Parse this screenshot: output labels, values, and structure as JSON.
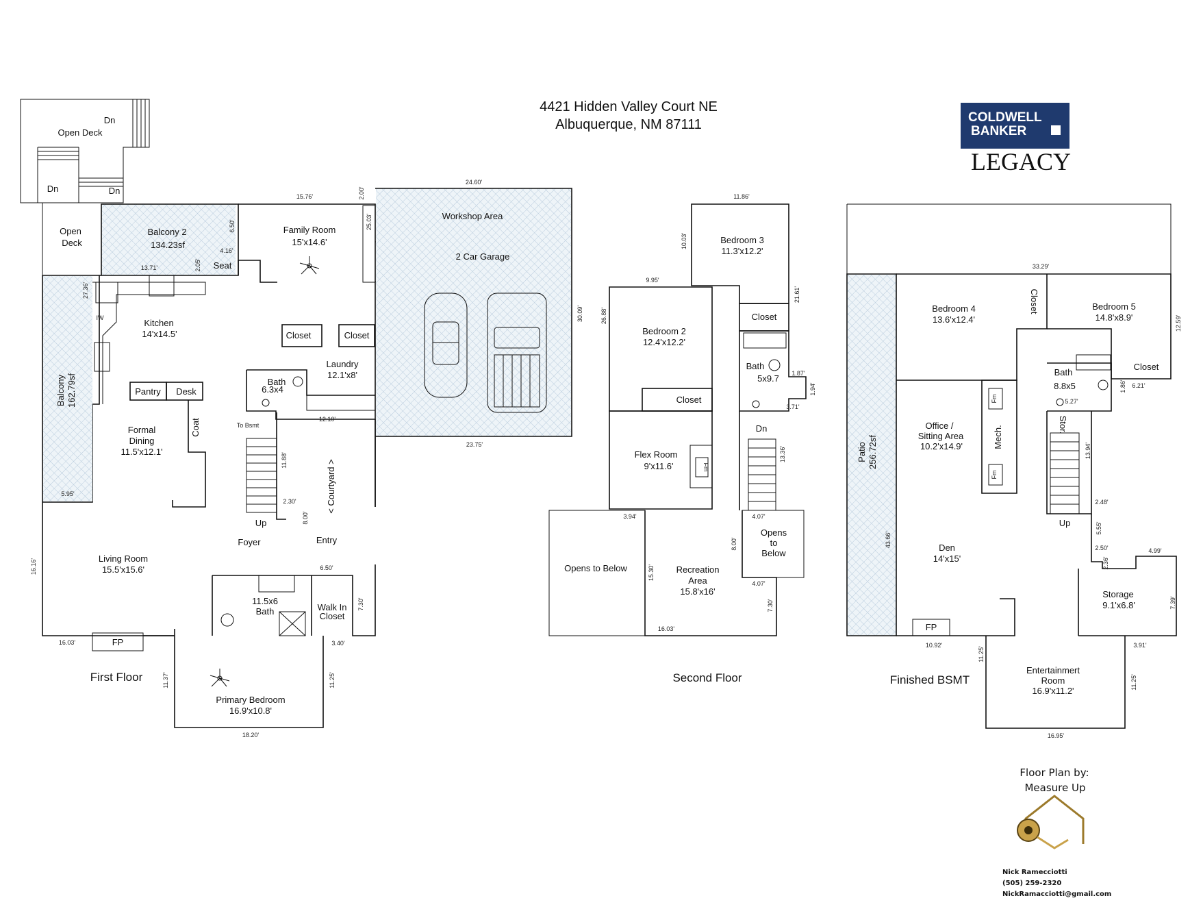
{
  "header": {
    "address_line1": "4421 Hidden Valley Court NE",
    "address_line2": "Albuquerque, NM 87111"
  },
  "brand": {
    "line1": "COLDWELL",
    "line2": "BANKER",
    "line3": "LEGACY",
    "color": "#1f3a6e"
  },
  "floors": {
    "first": "First Floor",
    "second": "Second Floor",
    "basement": "Finished BSMT"
  },
  "first_floor": {
    "open_deck_top": "Open Deck",
    "dn1": "Dn",
    "dn2": "Dn",
    "dn3": "Dn",
    "open_deck_left_1": "Open",
    "open_deck_left_2": "Deck",
    "balcony2": "Balcony 2",
    "balcony2_area": "134.23sf",
    "seat": "Seat",
    "family_room": "Family Room",
    "family_room_size": "15'x14.6'",
    "fp": "FP",
    "workshop": "Workshop Area",
    "garage": "2 Car Garage",
    "kitchen": "Kitchen",
    "kitchen_size": "14'x14.5'",
    "closet1": "Closet",
    "closet2": "Closet",
    "laundry": "Laundry",
    "laundry_size": "12.1'x8'",
    "bath": "Bath",
    "bath_size": "6.3x4",
    "pantry": "Pantry",
    "desk": "Desk",
    "coat": "Coat",
    "balcony": "Balcony",
    "balcony_area": "162.79sf",
    "formal_dining_1": "Formal",
    "formal_dining_2": "Dining",
    "formal_dining_size": "11.5'x12.1'",
    "to_bsmt": "To Bsmt",
    "courtyard": "< Courtyard >",
    "up": "Up",
    "foyer": "Foyer",
    "entry": "Entry",
    "living_room": "Living Room",
    "living_room_size": "15.5'x15.6'",
    "primary_bath_size": "11.5x6",
    "primary_bath": "Bath",
    "walk_in_1": "Walk In",
    "walk_in_2": "Closet",
    "fp2": "FP",
    "primary_bedroom": "Primary Bedroom",
    "primary_bedroom_size": "16.9'x10.8'",
    "dims": {
      "d1": "15.76'",
      "d2": "2.00'",
      "d3": "24.60'",
      "d4": "6.50'",
      "d5": "25.03'",
      "d6": "4.16'",
      "d7": "2.05'",
      "d8": "13.71'",
      "d9": "27.36'",
      "d10": "30.09'",
      "d11": "12.10'",
      "d12": "23.75'",
      "d13": "11.88'",
      "d14": "5.95'",
      "d15": "2.30'",
      "d16": "8.00'",
      "d17": "6.50'",
      "d18": "16.16'",
      "d19": "7.30'",
      "d20": "3.40'",
      "d21": "16.03'",
      "d22": "11.37'",
      "d23": "11.25'",
      "d24": "18.20'",
      "iw": "IW"
    }
  },
  "second_floor": {
    "bedroom3": "Bedroom 3",
    "bedroom3_size": "11.3'x12.2'",
    "bedroom2": "Bedroom 2",
    "bedroom2_size": "12.4'x12.2'",
    "closet1": "Closet",
    "closet2": "Closet",
    "bath": "Bath",
    "bath_size": "5x9.7",
    "flex_room": "Flex Room",
    "flex_room_size": "9'x11.6'",
    "fm": "Fm",
    "dn": "Dn",
    "opens_below": "Opens to Below",
    "opens_1": "Opens",
    "opens_2": "to",
    "opens_3": "Below",
    "recreation_1": "Recreation",
    "recreation_2": "Area",
    "recreation_size": "15.8'x16'",
    "dims": {
      "d1": "11.86'",
      "d2": "10.03'",
      "d3": "9.95'",
      "d4": "26.88'",
      "d5": "21.61'",
      "d6": "1.87'",
      "d7": "1.94'",
      "d8": "3.71'",
      "d9": "13.36'",
      "d10": "3.94'",
      "d11": "4.07'",
      "d12": "8.00'",
      "d13": "15.30'",
      "d14": "4.07'",
      "d15": "7.30'",
      "d16": "16.03'"
    }
  },
  "basement": {
    "bedroom4": "Bedroom 4",
    "bedroom4_size": "13.6'x12.4'",
    "closet_v": "Closet",
    "bedroom5": "Bedroom 5",
    "bedroom5_size": "14.8'x8.9'",
    "bath": "Bath",
    "bath_size": "8.8x5",
    "closet": "Closet",
    "office_1": "Office /",
    "office_2": "Sitting Area",
    "office_size": "10.2'x14.9'",
    "fm1": "Fm",
    "fm2": "Fm",
    "mech": "Mech.",
    "stor": "Stor.",
    "patio": "Patio",
    "patio_area": "256.72sf",
    "up": "Up",
    "den": "Den",
    "den_size": "14'x15'",
    "storage": "Storage",
    "storage_size": "9.1'x6.8'",
    "fp": "FP",
    "entertainment_1": "Entertainmert",
    "entertainment_2": "Room",
    "entertainment_size": "16.9'x11.2'",
    "dims": {
      "d1": "33.29'",
      "d2": "12.59'",
      "d3": "5.27'",
      "d4": "1.86'",
      "d5": "6.21'",
      "d6": "13.94'",
      "d7": "2.48'",
      "d8": "5.55'",
      "d9": "2.50'",
      "d10": "2.36'",
      "d11": "4.99'",
      "d12": "43.66'",
      "d13": "7.39'",
      "d14": "10.92'",
      "d15": "11.25'",
      "d16": "3.91'",
      "d17": "11.25'",
      "d18": "16.95'"
    }
  },
  "credits": {
    "heading1": "Floor Plan by:",
    "heading2": "Measure Up",
    "name": "Nick Ramecciotti",
    "phone": "(505) 259-2320",
    "email": "NickRamacciotti@gmail.com"
  }
}
